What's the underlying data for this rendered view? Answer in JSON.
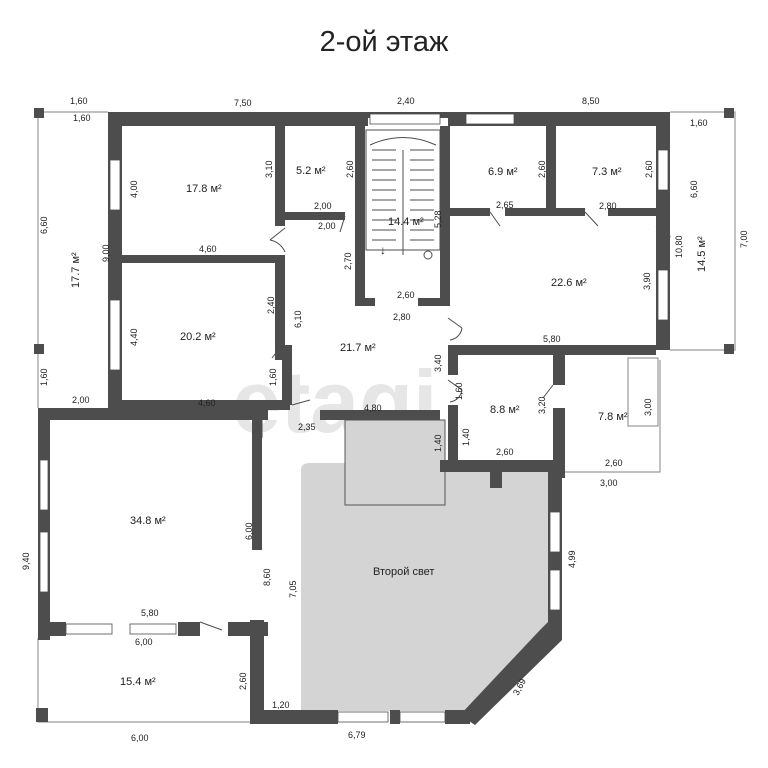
{
  "title": "2-ой этаж",
  "watermark": "etagi",
  "colors": {
    "wall": "#4d4d4d",
    "void_fill": "#d4d4d4",
    "window": "#ffffff"
  },
  "rooms": {
    "r1_area": "17.8 м²",
    "r2_area": "5.2 м²",
    "stair_area": "14.4 м²",
    "r4_area": "6.9 м²",
    "r5_area": "7.3 м²",
    "balcony_left_area": "17.7 м²",
    "balcony_right_area": "14.5 м²",
    "hall_right_area": "22.6 м²",
    "r9_area": "20.2 м²",
    "hall_center_area": "21.7 м²",
    "r11_area": "8.8 м²",
    "r12_area": "7.8 м²",
    "big_room_area": "34.8 м²",
    "void_label": "Второй свет",
    "terrace_area": "15.4 м²"
  },
  "dimensions": {
    "d1_60_a": "1,60",
    "d7_50": "7,50",
    "d2_40": "2,40",
    "d8_50": "8,50",
    "d1_60_b": "1,60",
    "d1_60_c": "1,60",
    "d6_60_left": "6,60",
    "d4_00": "4,00",
    "d3_10": "3,10",
    "d2_60_a": "2,60",
    "d2_60_b": "2,60",
    "d2_60_c": "2,60",
    "d6_60_right": "6,60",
    "d7_00": "7,00",
    "d2_00_a": "2,00",
    "d2_00_b": "2,00",
    "d5_28": "5,28",
    "d2_65": "2,65",
    "d2_80_a": "2,80",
    "d9_00": "9,00",
    "d4_60_a": "4,60",
    "d2_70": "2,70",
    "d10_80": "10,80",
    "d3_90": "3,90",
    "d2_40_b": "2,40",
    "d6_10": "6,10",
    "d2_60_d": "2,60",
    "d2_80_b": "2,80",
    "d4_40": "4,40",
    "d5_80_a": "5,80",
    "d3_40": "3,40",
    "d1_60_d": "1,60",
    "d1_60_e": "1,60",
    "d1_60_f": "1,60",
    "d2_00_c": "2,00",
    "d4_60_b": "4,60",
    "d4_80": "4,80",
    "d3_20": "3,20",
    "d3_00_a": "3,00",
    "d2_35": "2,35",
    "d1_40_a": "1,40",
    "d1_40_b": "1,40",
    "d2_60_e": "2,60",
    "d2_60_f": "2,60",
    "d3_00_b": "3,00",
    "d6_00_a": "6,00",
    "d9_40": "9,40",
    "d4_99": "4,99",
    "d8_60": "8,60",
    "d7_05": "7,05",
    "d5_80_b": "5,80",
    "d6_00_b": "6,00",
    "d2_60_g": "2,60",
    "d3_69": "3,69",
    "d1_20": "1,20",
    "d6_00_c": "6,00",
    "d6_79": "6,79"
  },
  "stair_arrow": "↓"
}
